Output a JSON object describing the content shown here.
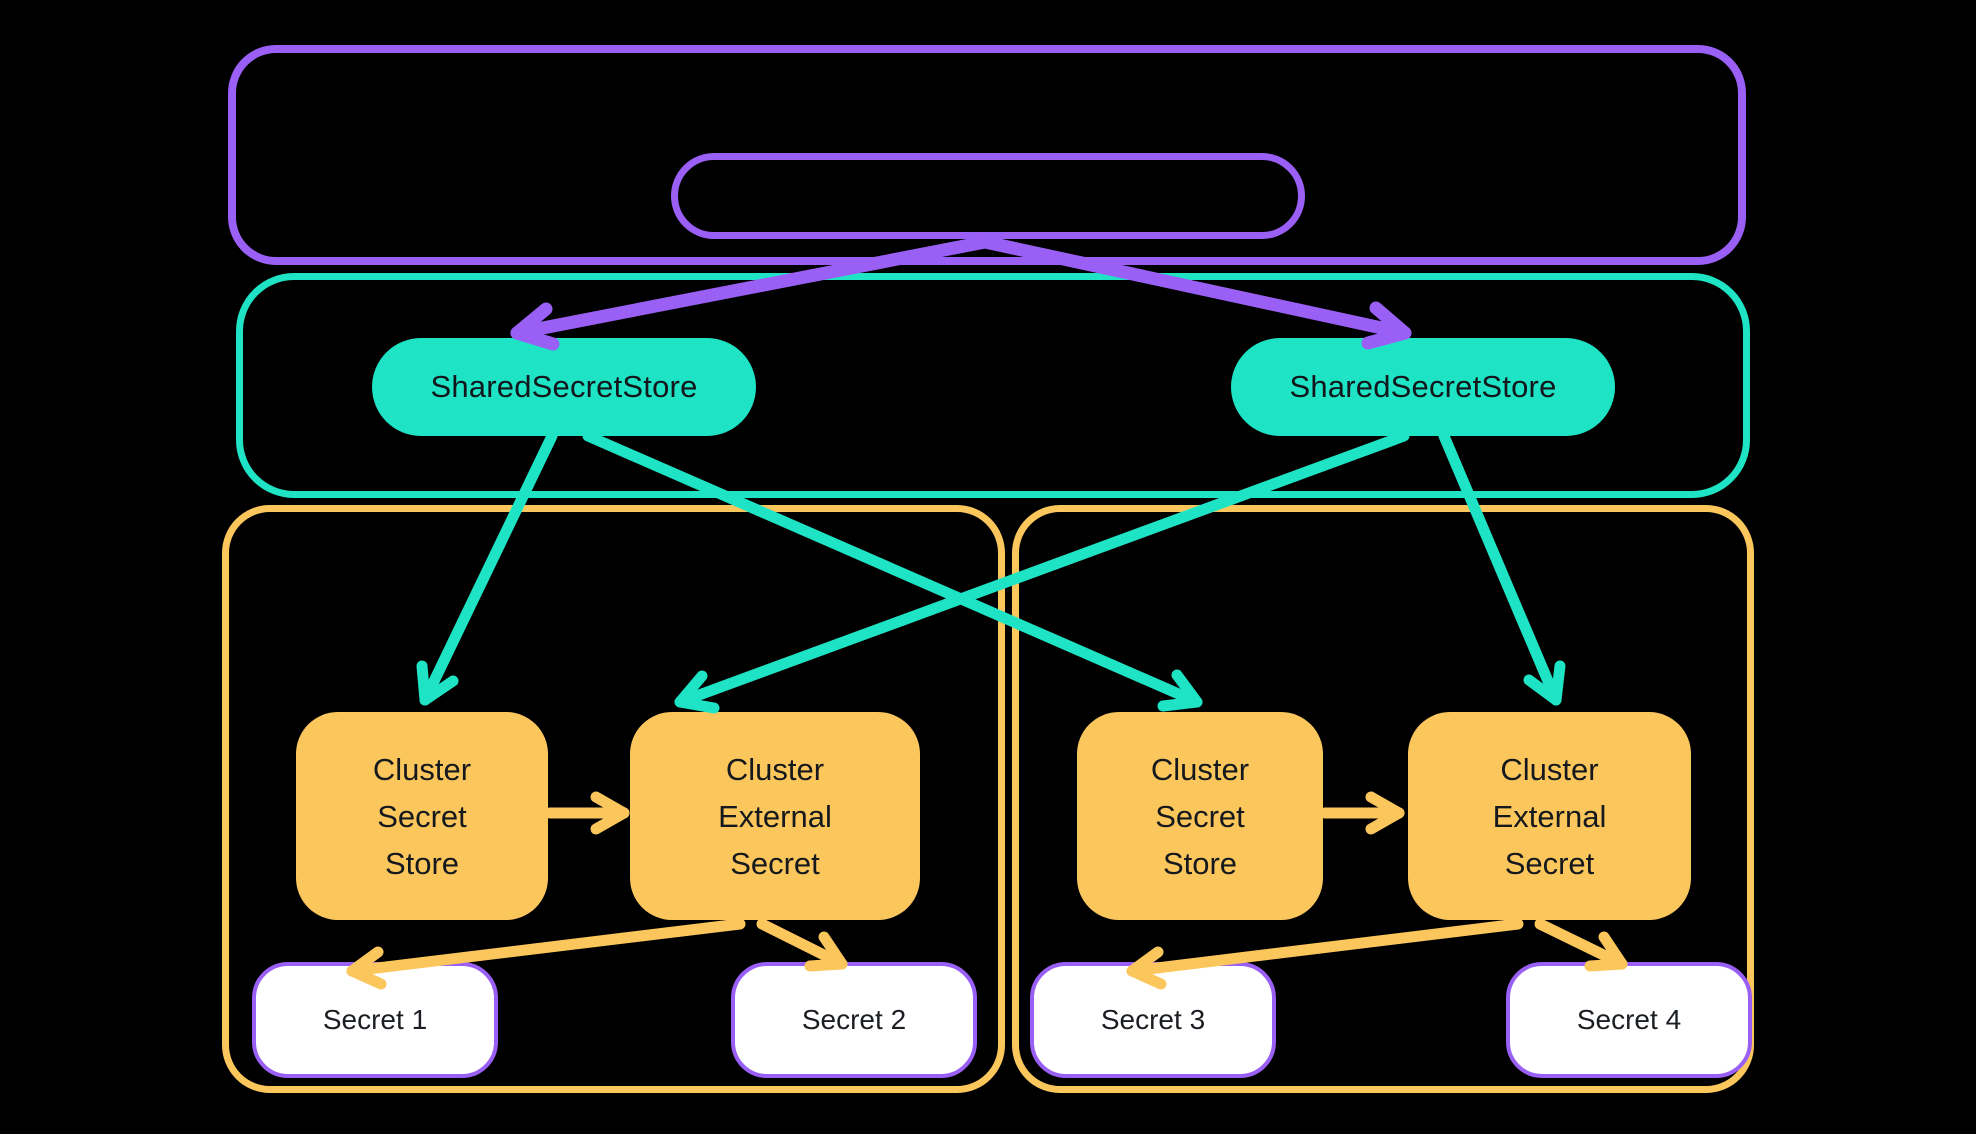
{
  "colors": {
    "background": "#000000",
    "purple": "#9A5FF5",
    "teal": "#1EE3C5",
    "yellow": "#FBC75C",
    "secret_fill": "#FFFFFF",
    "text_dark": "#15191D"
  },
  "management_cluster": {
    "shared_secret_stores": [
      {
        "label": "SharedSecretStore"
      },
      {
        "label": "SharedSecretStore"
      }
    ]
  },
  "clusters": [
    {
      "secret_store": {
        "lines": [
          "Cluster",
          "Secret",
          "Store"
        ]
      },
      "external_secret": {
        "lines": [
          "Cluster",
          "External",
          "Secret"
        ]
      },
      "secrets": [
        {
          "label": "Secret 1"
        },
        {
          "label": "Secret 2"
        }
      ]
    },
    {
      "secret_store": {
        "lines": [
          "Cluster",
          "Secret",
          "Store"
        ]
      },
      "external_secret": {
        "lines": [
          "Cluster",
          "External",
          "Secret"
        ]
      },
      "secrets": [
        {
          "label": "Secret 3"
        },
        {
          "label": "Secret 4"
        }
      ]
    }
  ]
}
